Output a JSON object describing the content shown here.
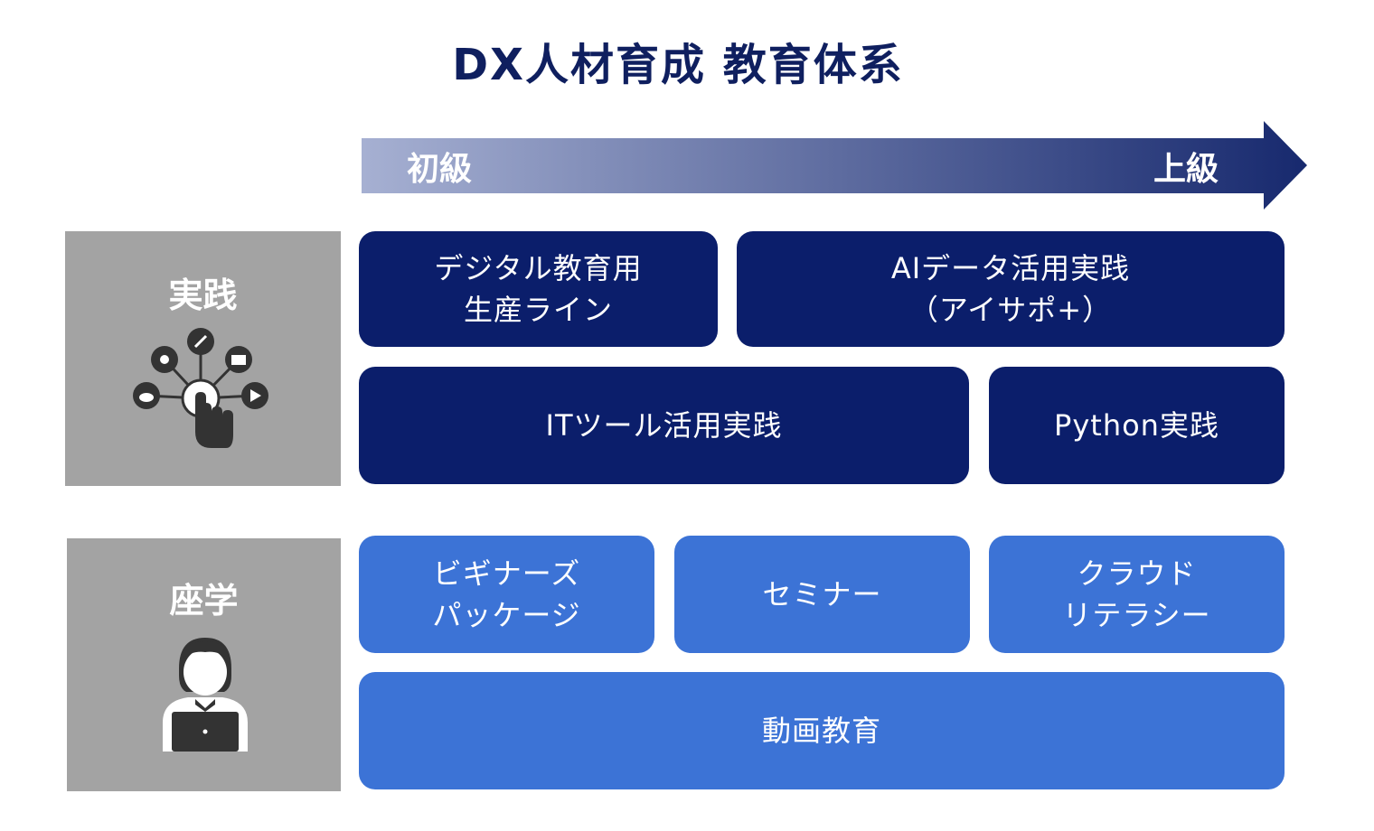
{
  "title": "DX人材育成 教育体系",
  "level_arrow": {
    "beginner": "初級",
    "advanced": "上級"
  },
  "sections": {
    "practice": {
      "label": "実践",
      "icon": "hand-touch-network-icon",
      "color": "#a3a3a3"
    },
    "classroom": {
      "label": "座学",
      "icon": "person-laptop-icon",
      "color": "#a3a3a3"
    }
  },
  "practice_programs": [
    {
      "line1": "デジタル教育用",
      "line2": "生産ライン"
    },
    {
      "line1": "AIデータ活用実践",
      "line2": "（アイサポ+）"
    },
    {
      "line1": "ITツール活用実践",
      "line2": ""
    },
    {
      "line1": "Python実践",
      "line2": ""
    }
  ],
  "classroom_programs": [
    {
      "line1": "ビギナーズ",
      "line2": "パッケージ"
    },
    {
      "line1": "セミナー",
      "line2": ""
    },
    {
      "line1": "クラウド",
      "line2": "リテラシー"
    },
    {
      "line1": "動画教育",
      "line2": ""
    }
  ],
  "colors": {
    "title": "#0f1f5f",
    "practice_box": "#0b1e6b",
    "classroom_box": "#3c73d6",
    "arrow_start": "#a6b0d2",
    "arrow_end": "#17296e"
  }
}
